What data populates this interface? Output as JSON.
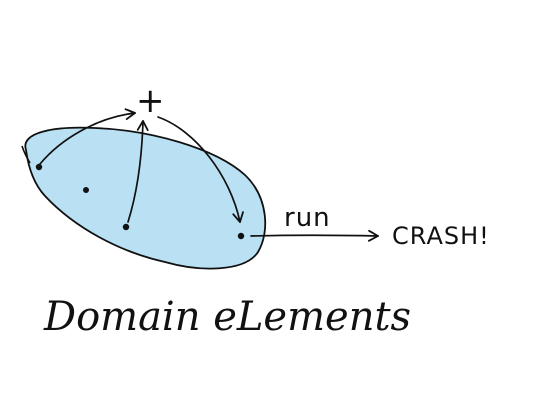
{
  "diagram": {
    "operator_label": "+",
    "run_label": "run",
    "crash_label": "CRASH!",
    "domain_label": "Domain eLements"
  },
  "colors": {
    "domain_fill": "#b9e1f3",
    "ink": "#111111",
    "background": "#ffffff"
  },
  "icons": {
    "element_point": "dot",
    "arrow": "arrowhead"
  }
}
